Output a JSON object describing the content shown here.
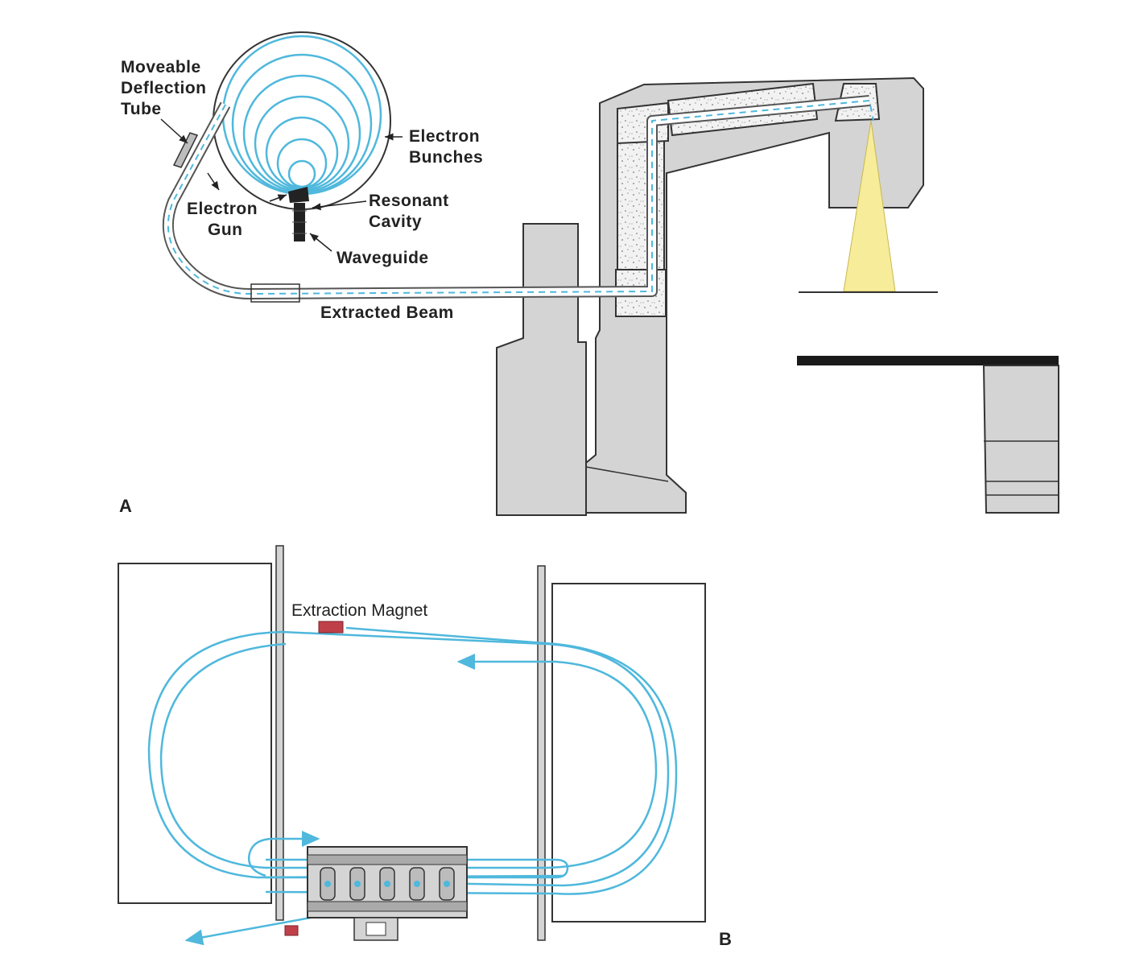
{
  "panel_a": {
    "letter": "A",
    "labels": {
      "moveable_1": "Moveable",
      "moveable_2": "Deflection",
      "moveable_3": "Tube",
      "bunches_1": "Electron",
      "bunches_2": "Bunches",
      "gun_1": "Electron",
      "gun_2": "Gun",
      "cavity_1": "Resonant",
      "cavity_2": "Cavity",
      "waveguide": "Waveguide",
      "extracted": "Extracted Beam"
    }
  },
  "panel_b": {
    "letter": "B",
    "labels": {
      "extraction_magnet": "Extraction Magnet"
    }
  },
  "colors": {
    "beam": "#4fb8dc",
    "gantry": "#d4d4d4",
    "outline": "#333333",
    "beam_cone": "#f7ec9a",
    "magnet": "#c0404a"
  }
}
